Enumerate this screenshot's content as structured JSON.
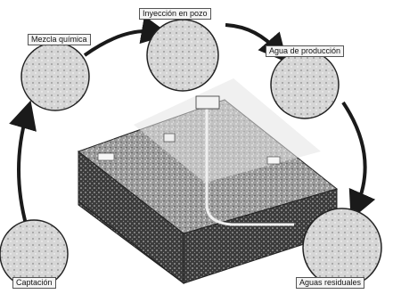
{
  "diagram": {
    "steps": [
      {
        "id": "inyeccion",
        "label": "Inyección en pozo"
      },
      {
        "id": "mezcla",
        "label": "Mezcla química"
      },
      {
        "id": "agua",
        "label": "Agua de producción"
      },
      {
        "id": "captacion",
        "label": "Captación"
      },
      {
        "id": "residuales",
        "label": "Aguas residuales"
      }
    ]
  },
  "colors": {
    "ink": "#111111",
    "arrow": "#1a1a1a",
    "block_side": "#3a3a3a",
    "block_top": "#bdbdbd",
    "circle_fill": "#d6d6d6"
  }
}
